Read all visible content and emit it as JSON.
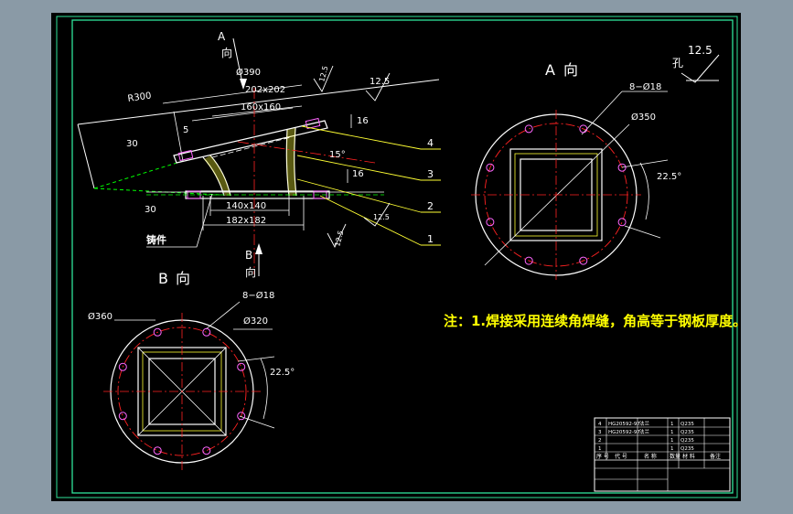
{
  "colors": {
    "frame_bg": "#8a9aa6",
    "sheet_bg": "#000000",
    "border": "#2fe39a",
    "outline": "#ffffff",
    "geometry": "#00ff00",
    "dimension": "#66ff33",
    "leader": "#ffff33",
    "centerline": "#ff2222",
    "bolt_hole": "#ff66ff",
    "note_text": "#ffff00"
  },
  "drawing": {
    "section_view_title": "A向",
    "direction_a_label": "A",
    "direction_a_char": "向",
    "radius_label": "R300",
    "dims": {
      "d390": "Ø390",
      "s202": "202x202",
      "s160": "160x160",
      "five": "5",
      "thirty_a": "30",
      "thirty_b": "30",
      "s140": "140x140",
      "s182": "182x182",
      "fifteen_deg": "15°",
      "sixteen_a": "16",
      "sixteen_b": "16",
      "rough_125_a": "12.5",
      "rough_125_b": "12.5",
      "rough_125_c": "12.5",
      "rough_125_d": "12.5",
      "rough_125_e": "12.5"
    },
    "casting_label": "铸件",
    "part_numbers": [
      "4",
      "3",
      "2",
      "1"
    ]
  },
  "view_a": {
    "title_a": "A",
    "title_char": "向",
    "holes": "8−Ø18",
    "pcd": "Ø350",
    "angle": "22.5°",
    "hole_roughness_label": "孔",
    "hole_roughness": "12.5"
  },
  "view_b": {
    "title_b": "B",
    "title_char": "向",
    "direction_b_label": "B",
    "direction_b_char": "向",
    "outer": "Ø360",
    "holes": "8−Ø18",
    "pcd": "Ø320",
    "angle": "22.5°"
  },
  "note": "注：1.焊接采用连续角焊缝，角高等于钢板厚度。",
  "title_block": {
    "rows": [
      [
        "4",
        "HG20592-97",
        "法兰",
        "1",
        "Q235"
      ],
      [
        "3",
        "HG20592-97",
        "法兰",
        "1",
        "Q235"
      ],
      [
        "2",
        "",
        "",
        "1",
        "Q235"
      ],
      [
        "1",
        "",
        "",
        "1",
        "Q235"
      ]
    ],
    "foot_a": "序 号",
    "foot_b": "代 号",
    "foot_c": "名 称",
    "foot_d": "数量",
    "foot_e": "材 料",
    "foot_f": "备注"
  }
}
